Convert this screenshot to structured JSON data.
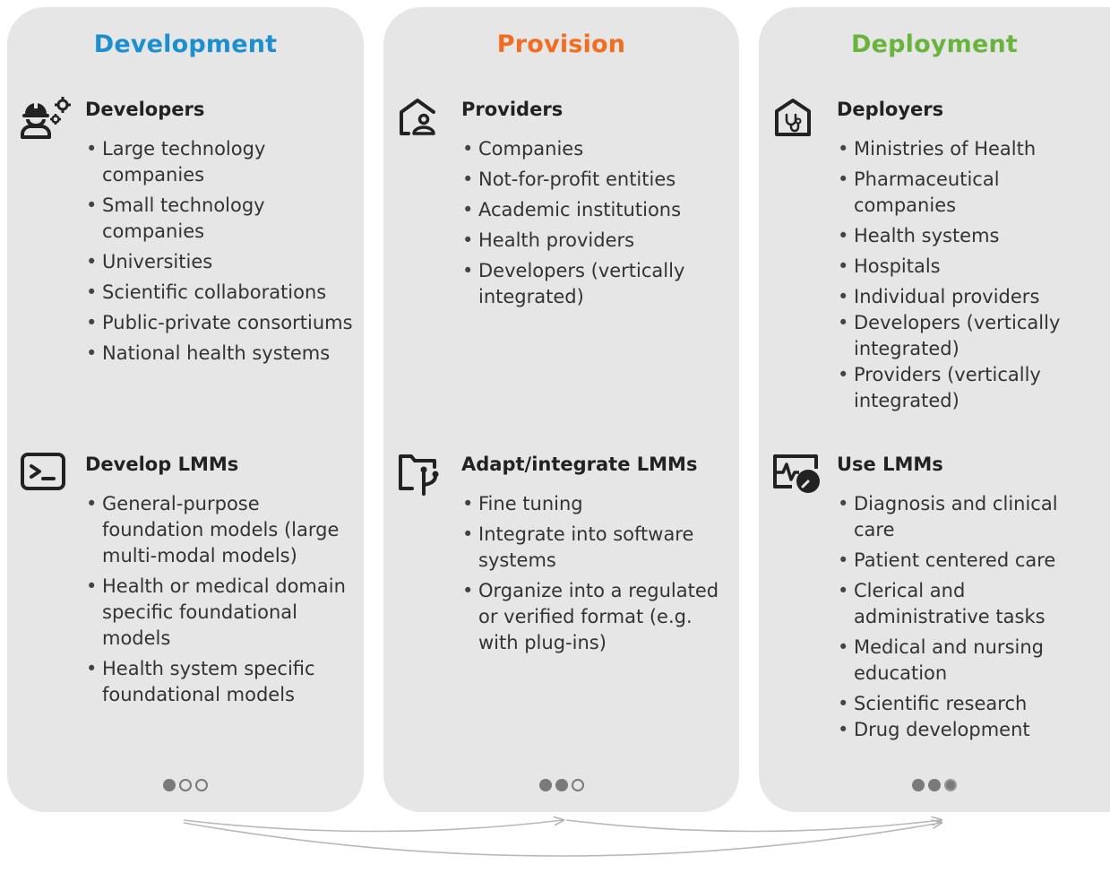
{
  "columns": [
    {
      "title": "Development",
      "color": "#1d8fce",
      "sections": [
        {
          "icon": "engineer-gear-icon",
          "title": "Developers",
          "items": [
            "Large technology companies",
            "Small technology companies",
            "Universities",
            "Scientific collaborations",
            "Public-private consortiums",
            "National health systems"
          ]
        },
        {
          "icon": "terminal-icon",
          "title": "Develop LMMs",
          "items": [
            "General-purpose foundation models (large multi-modal models)",
            "Health or medical domain specific foundational models",
            "Health system specific foundational models"
          ]
        }
      ],
      "progress_dots": 1
    },
    {
      "title": "Provision",
      "color": "#f26d21",
      "sections": [
        {
          "icon": "home-user-icon",
          "title": "Providers",
          "items": [
            "Companies",
            "Not-for-profit entities",
            "Academic institutions",
            "Health providers",
            "Developers (vertically integrated)"
          ]
        },
        {
          "icon": "folder-branch-icon",
          "title": "Adapt/integrate LMMs",
          "items": [
            "Fine tuning",
            "Integrate into software systems",
            "Organize into a regulated or verified format (e.g. with plug-ins)"
          ]
        }
      ],
      "progress_dots": 2
    },
    {
      "title": "Deployment",
      "color": "#6ab43e",
      "sections": [
        {
          "icon": "home-stethoscope-icon",
          "title": "Deployers",
          "items": [
            "Ministries of Health",
            "Pharmaceutical companies",
            "Health systems",
            "Hospitals",
            "Individual providers",
            "Developers (vertically integrated)",
            "Providers (vertically integrated)"
          ]
        },
        {
          "icon": "monitor-gauge-icon",
          "title": "Use LMMs",
          "items": [
            "Diagnosis and clinical care",
            "Patient centered care",
            "Clerical and administrative tasks",
            "Medical and nursing education",
            "Scientific research",
            "Drug development"
          ]
        }
      ],
      "progress_dots": 3
    }
  ]
}
